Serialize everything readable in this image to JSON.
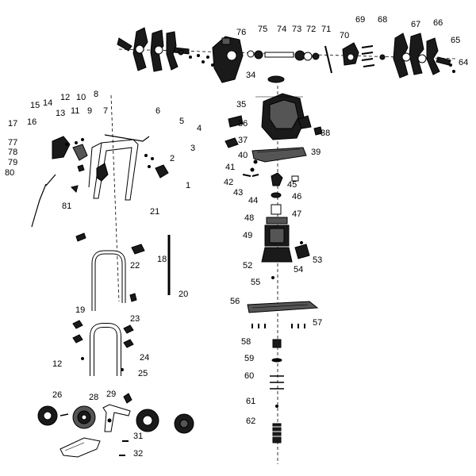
{
  "diagram": {
    "type": "exploded-parts-view",
    "colors": {
      "line": "#000000",
      "part_dark": "#1a1a1a",
      "part_mid": "#555555",
      "part_light": "#bbbbbb",
      "background": "#ffffff"
    },
    "callouts": [
      "1",
      "2",
      "3",
      "4",
      "5",
      "6",
      "7",
      "8",
      "9",
      "10",
      "11",
      "12",
      "12",
      "13",
      "14",
      "15",
      "16",
      "17",
      "18",
      "20",
      "21",
      "22",
      "23",
      "24",
      "25",
      "26",
      "28",
      "29",
      "31",
      "32",
      "34",
      "35",
      "36",
      "37",
      "38",
      "39",
      "40",
      "41",
      "42",
      "43",
      "44",
      "45",
      "46",
      "47",
      "48",
      "49",
      "52",
      "53",
      "54",
      "55",
      "56",
      "57",
      "58",
      "59",
      "60",
      "61",
      "62",
      "64",
      "65",
      "66",
      "67",
      "68",
      "69",
      "70",
      "71",
      "72",
      "73",
      "74",
      "75",
      "76",
      "77",
      "78",
      "79",
      "80",
      "81",
      "19"
    ]
  }
}
